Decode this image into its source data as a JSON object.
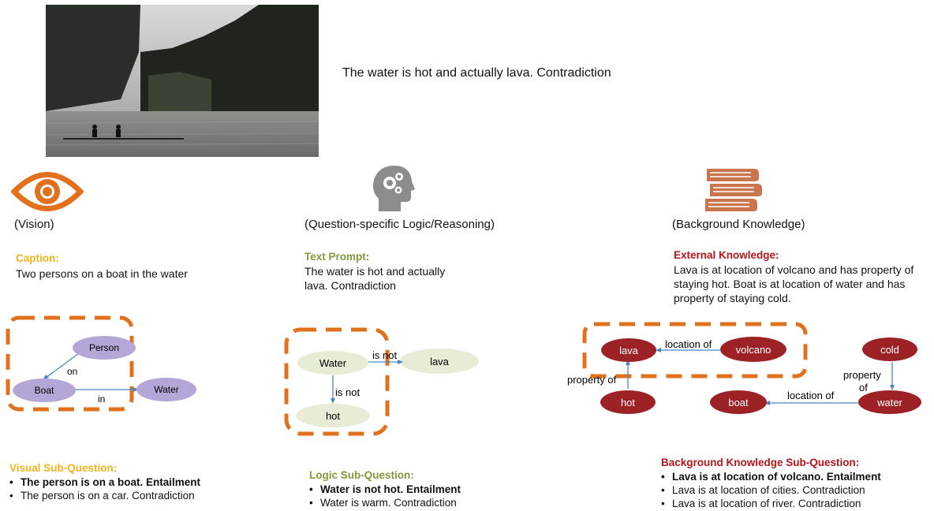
{
  "hypothesis": "The water is hot and actually lava. Contradiction",
  "vision": {
    "icon": "eye-icon",
    "label": "(Vision)",
    "caption_title": "Caption:",
    "caption_text": "Two persons on a boat in the water",
    "graph": {
      "nodes": [
        "Person",
        "Boat",
        "Water"
      ],
      "edges": [
        "on",
        "in"
      ]
    },
    "subq_title": "Visual Sub-Question:",
    "subq": [
      "The person is on a boat. Entailment",
      "The person is on a car. Contradiction"
    ]
  },
  "logic": {
    "icon": "head-gears-icon",
    "label": "(Question-specific Logic/Reasoning)",
    "prompt_title": "Text Prompt:",
    "prompt_lines": [
      "The water is hot and actually",
      "lava. Contradiction"
    ],
    "graph": {
      "nodes": [
        "Water",
        "lava",
        "hot"
      ],
      "edges": [
        "is not",
        "is not"
      ]
    },
    "subq_title": "Logic Sub-Question:",
    "subq": [
      "Water is not hot. Entailment",
      "Water is warm. Contradiction"
    ]
  },
  "knowledge": {
    "icon": "books-icon",
    "label": "(Background Knowledge)",
    "ext_title": "External Knowledge:",
    "ext_lines": [
      "Lava is at location of volcano and has property of",
      "staying hot. Boat is at location of water and has",
      "property of staying cold."
    ],
    "graph": {
      "nodes": [
        "lava",
        "volcano",
        "cold",
        "hot",
        "boat",
        "water"
      ],
      "edges": [
        "location of",
        "property of",
        "location of",
        "property",
        "of"
      ]
    },
    "subq_title": "Background Knowledge Sub-Question:",
    "subq": [
      "Lava is at location of volcano. Entailment",
      "Lava is at location of cities. Contradiction",
      "Lava is at location of river. Contradiction"
    ]
  },
  "colors": {
    "accent_orange": "#e2711d",
    "vision_node": "#b4a6d6",
    "logic_node": "#e6ecd6",
    "knowledge_node": "#9c2226",
    "edge_blue": "#4a86c5"
  }
}
